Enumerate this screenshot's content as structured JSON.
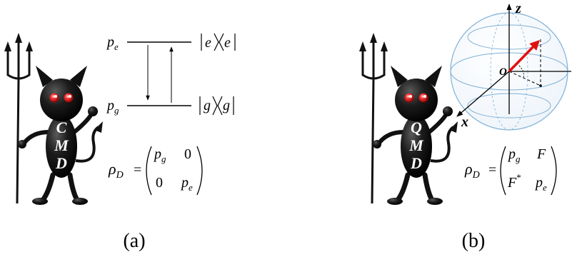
{
  "panel_a": {
    "devil_letters": [
      "C",
      "M",
      "D"
    ],
    "levels": {
      "upper_var": "p",
      "upper_sub": "e",
      "lower_var": "p",
      "lower_sub": "g",
      "upper_ket": "e",
      "lower_ket": "g"
    },
    "matrix": {
      "lhs_var": "ρ",
      "lhs_sub": "D",
      "a11": "p",
      "a11_sub": "g",
      "a12": "0",
      "a21": "0",
      "a22": "p",
      "a22_sub": "e"
    },
    "caption": "(a)"
  },
  "panel_b": {
    "devil_letters": [
      "Q",
      "M",
      "D"
    ],
    "sphere": {
      "axis_z": "z",
      "axis_x": "x",
      "origin": "O"
    },
    "matrix": {
      "lhs_var": "ρ",
      "lhs_sub": "D",
      "a11": "p",
      "a11_sub": "g",
      "a12": "F",
      "a21": "F",
      "a21_sup": "*",
      "a22": "p",
      "a22_sub": "e"
    },
    "caption": "(b)"
  },
  "colors": {
    "devil": "#111111",
    "eye": "#d41414",
    "arrow": "#e01010",
    "sphere": "#7fb0d6"
  }
}
